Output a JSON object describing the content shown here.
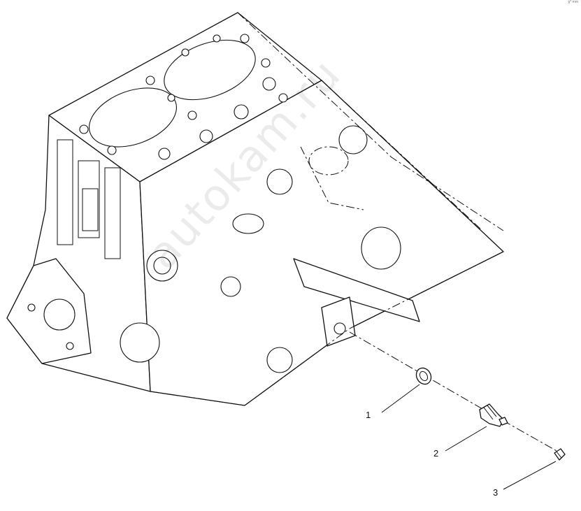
{
  "corner_mark": "g* mm",
  "watermark": "autokam.ru",
  "callouts": [
    {
      "number": "1"
    },
    {
      "number": "2"
    },
    {
      "number": "3"
    }
  ]
}
